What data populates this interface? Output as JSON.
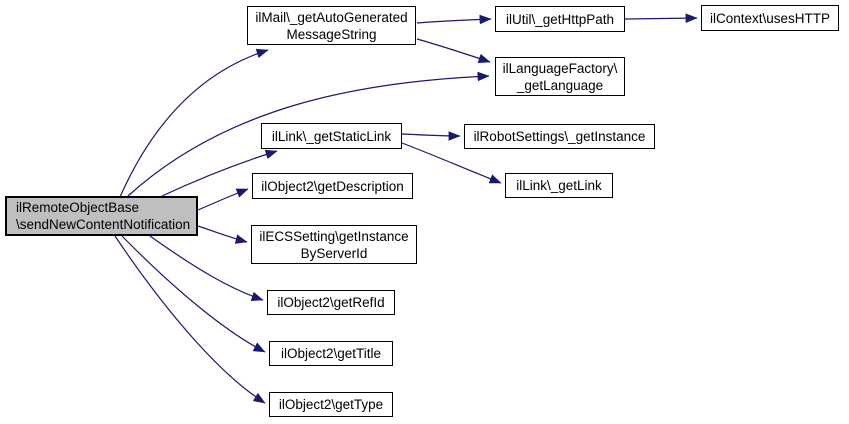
{
  "diagram": {
    "type": "doxygen-call-graph",
    "background": "#ffffff",
    "edge_color": "#191970",
    "node_fill": "#ffffff",
    "node_border": "#000000",
    "focus_node_fill": "#bfbfbf"
  },
  "nodes": [
    {
      "id": "sendNewContentNotification",
      "label": "ilRemoteObjectBase\\sendNewContentNotification",
      "lines": [
        "ilRemoteObjectBase",
        "\\sendNewContentNotification"
      ],
      "focus": true
    },
    {
      "id": "getAutoGeneratedMessageString",
      "label": "ilMail\\_getAutoGeneratedMessageString",
      "lines": [
        "ilMail\\_getAutoGenerated",
        "MessageString"
      ]
    },
    {
      "id": "getHttpPath",
      "label": "ilUtil\\_getHttpPath",
      "lines": [
        "ilUtil\\_getHttpPath"
      ]
    },
    {
      "id": "usesHTTP",
      "label": "ilContext\\usesHTTP",
      "lines": [
        "ilContext\\usesHTTP"
      ]
    },
    {
      "id": "getLanguage",
      "label": "ilLanguageFactory\\_getLanguage",
      "lines": [
        "ilLanguageFactory\\",
        "_getLanguage"
      ]
    },
    {
      "id": "getStaticLink",
      "label": "ilLink\\_getStaticLink",
      "lines": [
        "ilLink\\_getStaticLink"
      ]
    },
    {
      "id": "robotSettingsGetInstance",
      "label": "ilRobotSettings\\_getInstance",
      "lines": [
        "ilRobotSettings\\_getInstance"
      ]
    },
    {
      "id": "getLink",
      "label": "ilLink\\_getLink",
      "lines": [
        "ilLink\\_getLink"
      ]
    },
    {
      "id": "getDescription",
      "label": "ilObject2\\getDescription",
      "lines": [
        "ilObject2\\getDescription"
      ]
    },
    {
      "id": "getInstanceByServerId",
      "label": "ilECSSetting\\getInstanceByServerId",
      "lines": [
        "ilECSSetting\\getInstance",
        "ByServerId"
      ]
    },
    {
      "id": "getRefId",
      "label": "ilObject2\\getRefId",
      "lines": [
        "ilObject2\\getRefId"
      ]
    },
    {
      "id": "getTitle",
      "label": "ilObject2\\getTitle",
      "lines": [
        "ilObject2\\getTitle"
      ]
    },
    {
      "id": "getType",
      "label": "ilObject2\\getType",
      "lines": [
        "ilObject2\\getType"
      ]
    }
  ],
  "edges": [
    {
      "from": "ilRemoteObjectBase\\sendNewContentNotification",
      "to": "ilMail\\_getAutoGeneratedMessageString"
    },
    {
      "from": "ilRemoteObjectBase\\sendNewContentNotification",
      "to": "ilLanguageFactory\\_getLanguage"
    },
    {
      "from": "ilRemoteObjectBase\\sendNewContentNotification",
      "to": "ilLink\\_getStaticLink"
    },
    {
      "from": "ilRemoteObjectBase\\sendNewContentNotification",
      "to": "ilObject2\\getDescription"
    },
    {
      "from": "ilRemoteObjectBase\\sendNewContentNotification",
      "to": "ilECSSetting\\getInstanceByServerId"
    },
    {
      "from": "ilRemoteObjectBase\\sendNewContentNotification",
      "to": "ilObject2\\getRefId"
    },
    {
      "from": "ilRemoteObjectBase\\sendNewContentNotification",
      "to": "ilObject2\\getTitle"
    },
    {
      "from": "ilRemoteObjectBase\\sendNewContentNotification",
      "to": "ilObject2\\getType"
    },
    {
      "from": "ilMail\\_getAutoGeneratedMessageString",
      "to": "ilUtil\\_getHttpPath"
    },
    {
      "from": "ilMail\\_getAutoGeneratedMessageString",
      "to": "ilLanguageFactory\\_getLanguage"
    },
    {
      "from": "ilUtil\\_getHttpPath",
      "to": "ilContext\\usesHTTP"
    },
    {
      "from": "ilLink\\_getStaticLink",
      "to": "ilRobotSettings\\_getInstance"
    },
    {
      "from": "ilLink\\_getStaticLink",
      "to": "ilLink\\_getLink"
    }
  ]
}
